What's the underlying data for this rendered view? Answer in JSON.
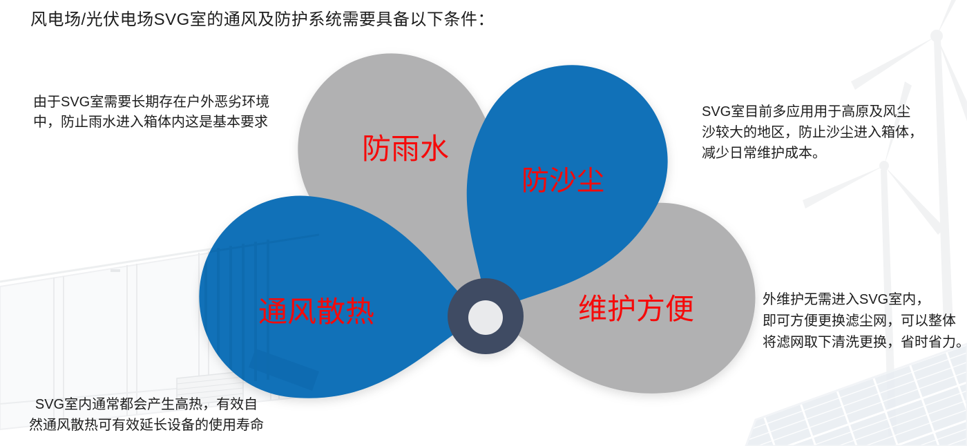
{
  "title": "风电场/光伏电场SVG室的通风及防护系统需要具备以下条件：",
  "flower": {
    "petals": {
      "rain": {
        "label": "防雨水",
        "color_key": "gray"
      },
      "dust": {
        "label": "防沙尘",
        "color_key": "blue"
      },
      "vent": {
        "label": "通风散热",
        "color_key": "blue"
      },
      "maintain": {
        "label": "维护方便",
        "color_key": "gray"
      }
    }
  },
  "notes": {
    "rain": {
      "lines": [
        "由于SVG室需要长期存在户外恶劣环境",
        "中，防止雨水进入箱体内这是基本要求"
      ]
    },
    "dust": {
      "lines": [
        "SVG室目前多应用用于高原及风尘",
        "沙较大的地区，防止沙尘进入箱体，",
        "减少日常维护成本。"
      ]
    },
    "maintain": {
      "lines": [
        "外维护无需进入SVG室内，",
        "即可方便更换滤尘网，可以整体",
        "将滤网取下清洗更换，省时省力。"
      ]
    },
    "vent": {
      "lines": [
        "SVG室内通常都会产生高热，有效自",
        "然通风散热可有效延长设备的使用寿命"
      ]
    }
  },
  "colors": {
    "petal_blue": "#1171b8",
    "petal_gray": "#b1b1b2",
    "label_red": "#f50a0a",
    "hub_ring": "#3f4b63",
    "hub_center": "#e9eaec",
    "text": "#1d1d1d"
  }
}
